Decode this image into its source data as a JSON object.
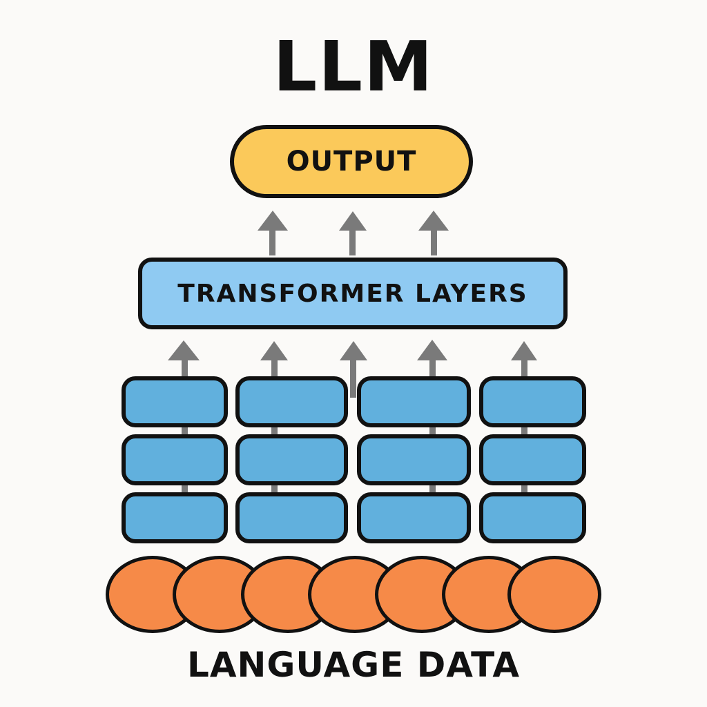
{
  "title": "LLM",
  "output_box": {
    "label": "OUTPUT",
    "color": "#fbc95a"
  },
  "transformer_box": {
    "label": "TRANSFORMER LAYERS",
    "color": "#8fcaf2"
  },
  "embedding_grid": {
    "columns": 4,
    "rows": 3,
    "color": "#61b0dd"
  },
  "arrows": {
    "to_output": 3,
    "to_transformer": 5,
    "color": "#7a7a7a"
  },
  "tokens": {
    "count": 7,
    "color": "#f68a48"
  },
  "caption": "LANGUAGE DATA"
}
